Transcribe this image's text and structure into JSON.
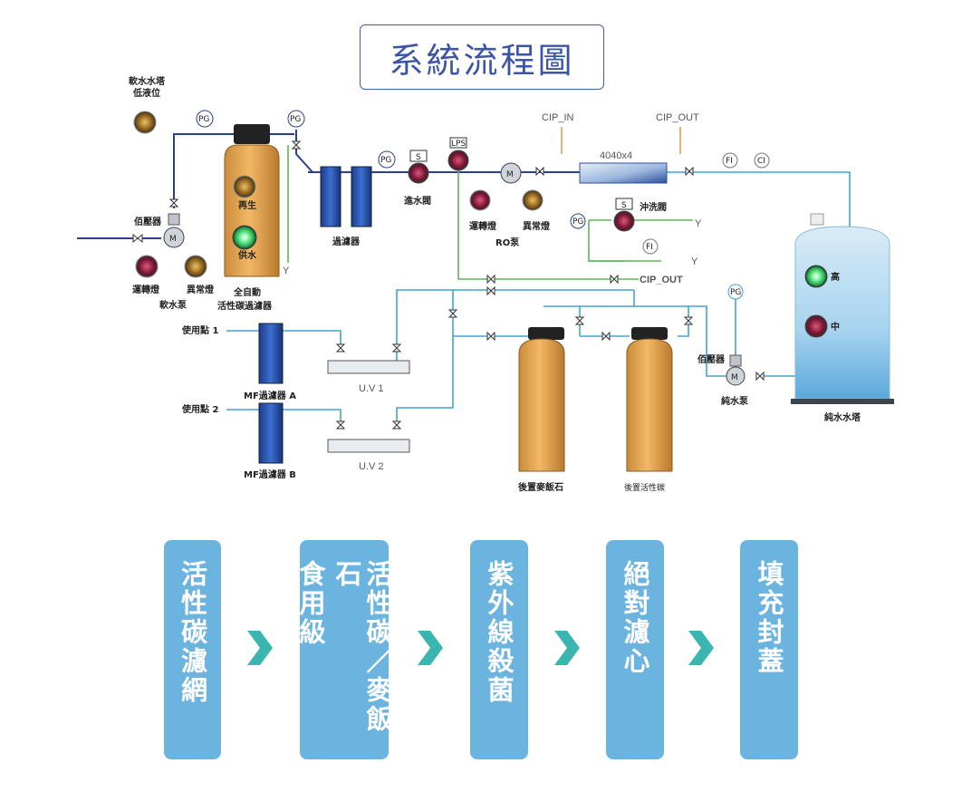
{
  "title": "系統流程圖",
  "diagram": {
    "labels": {
      "soft_tank_low": "軟水水塔",
      "soft_tank_low2": "低液位",
      "pg1": "PG",
      "pg2": "PG",
      "pg3": "PG",
      "pg4": "PG",
      "pg5": "PG",
      "s1": "S",
      "s2": "S",
      "lps": "LPS",
      "regen": "再生",
      "supply": "供水",
      "pressure_tank_1": "佰壓器",
      "motor_m": "M",
      "running_light_1": "運轉燈",
      "abnormal_light_1": "異常燈",
      "soft_pump": "軟水泵",
      "auto_1": "全自動",
      "auto_2": "活性碳過濾器",
      "filter": "過濾器",
      "inlet_valve": "進水閥",
      "running_light_2": "運轉燈",
      "abnormal_light_2": "異常燈",
      "ro_pump": "RO泵",
      "cip_in": "CIP_IN",
      "cip_out_top": "CIP_OUT",
      "membrane": "4040x4",
      "fi1": "FI",
      "ci": "CI",
      "fi2": "FI",
      "flush_valve": "沖洗閥",
      "cip_out_mid": "CIP_OUT",
      "use_point_1": "使用點 1",
      "use_point_2": "使用點 2",
      "mf_a": "MF過濾器 A",
      "mf_b": "MF過濾器 B",
      "uv1": "U.V 1",
      "uv2": "U.V 2",
      "post_maifan": "後置麥飯石",
      "post_carbon": "後置活性碳",
      "pressure_tank_2": "佰壓器",
      "pure_pump": "純水泵",
      "high": "高",
      "mid": "中",
      "pure_tank": "純水水塔",
      "y1": "Y",
      "y2": "Y",
      "y3": "Y"
    }
  },
  "steps": [
    {
      "lines": [
        "活性碳濾網"
      ]
    },
    {
      "lines": [
        "活性碳／麥飯石",
        "食用級"
      ]
    },
    {
      "lines": [
        "紫外線殺菌"
      ]
    },
    {
      "lines": [
        "絕對濾心"
      ]
    },
    {
      "lines": [
        "填充封蓋"
      ]
    }
  ],
  "colors": {
    "step_bg": "#6cb4e0",
    "arrow": "#3bb5b0",
    "pipe_dark": "#2b3f8f",
    "pipe_light": "#3fa3d6",
    "pipe_green": "#5cb85c",
    "title": "#3b55a4"
  }
}
